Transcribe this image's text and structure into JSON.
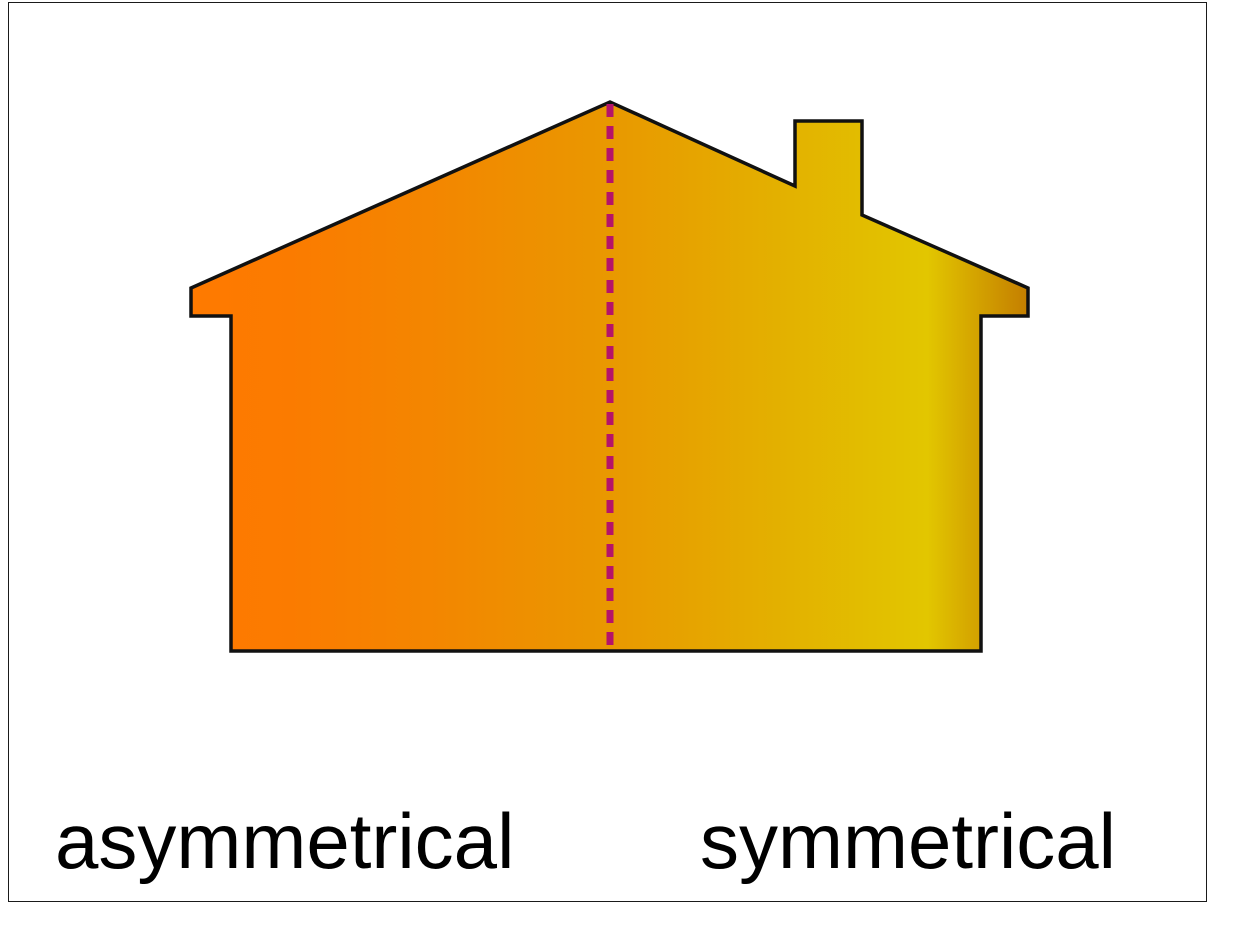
{
  "labels": {
    "left": "asymmetrical",
    "right": "symmetrical"
  },
  "colors": {
    "house_gradient": [
      "#ff7800",
      "#f08a00",
      "#e8a000",
      "#e3b800",
      "#e2c400",
      "#c98800"
    ],
    "outline": "#111111",
    "axis_line": "#b5136a",
    "frame": "#1a1a1a"
  },
  "shapes": {
    "house": "house-with-chimney",
    "axis": "dashed-symmetry-line"
  }
}
